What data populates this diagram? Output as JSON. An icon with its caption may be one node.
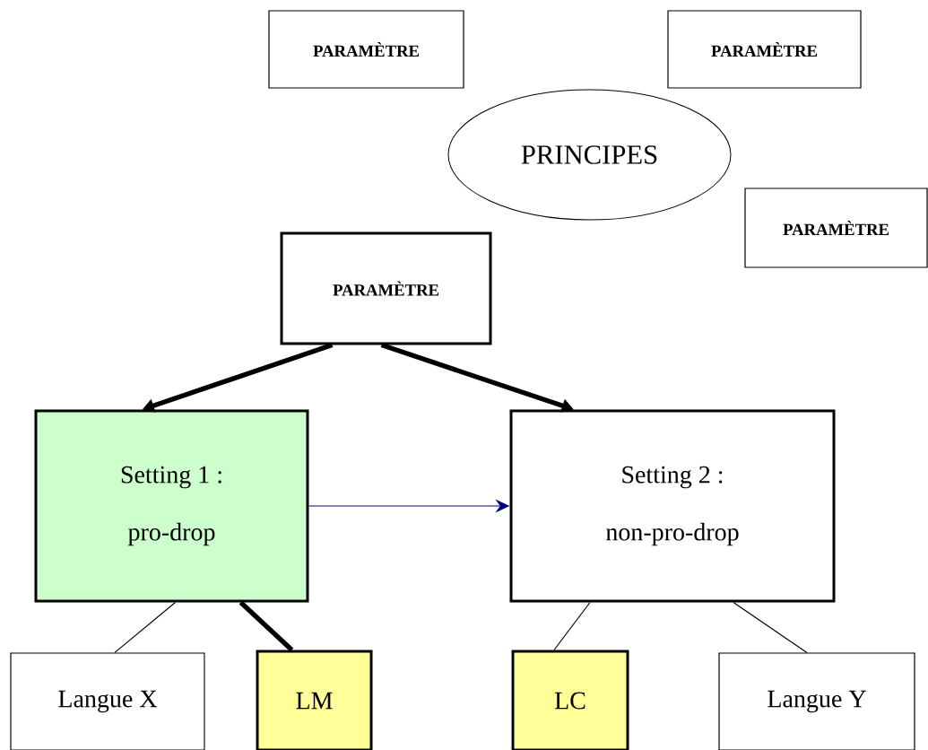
{
  "diagram": {
    "nodes": [
      {
        "text": [
          "PARAMÈTRE"
        ]
      },
      {
        "text": [
          "PARAMÈTRE"
        ]
      },
      {
        "text": [
          "PRINCIPES"
        ]
      },
      {
        "text": [
          "PARAMÈTRE"
        ]
      },
      {
        "text": [
          "PARAMÈTRE"
        ]
      },
      {
        "text": [
          "Setting 1 :",
          "pro-drop"
        ]
      },
      {
        "text": [
          "Setting 2 :",
          "non-pro-drop"
        ]
      },
      {
        "text": [
          "Langue X"
        ]
      },
      {
        "text": [
          "LM"
        ]
      },
      {
        "text": [
          "LC"
        ]
      },
      {
        "text": [
          "Langue Y"
        ]
      }
    ],
    "edges": [
      {
        "from": 4,
        "to": 5,
        "arrow": "to",
        "style": "thick"
      },
      {
        "from": 4,
        "to": 6,
        "arrow": "to",
        "style": "thick"
      },
      {
        "from": 5,
        "to": 6,
        "arrow": "to",
        "color": "#000080"
      },
      {
        "from": 5,
        "to": 7,
        "arrow": "none"
      },
      {
        "from": 5,
        "to": 8,
        "arrow": "none",
        "style": "thick"
      },
      {
        "from": 6,
        "to": 9,
        "arrow": "none"
      },
      {
        "from": 6,
        "to": 10,
        "arrow": "none"
      }
    ]
  }
}
